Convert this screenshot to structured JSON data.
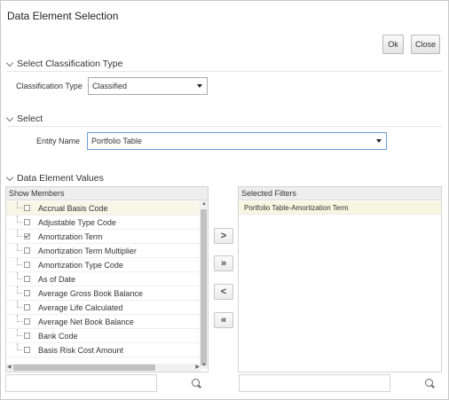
{
  "dialog": {
    "title": "Data Element Selection"
  },
  "buttons": {
    "ok": "Ok",
    "close": "Close"
  },
  "classification": {
    "header": "Select Classification Type",
    "label": "Classification Type",
    "value": "Classified"
  },
  "select": {
    "header": "Select",
    "label": "Entity Name",
    "value": "Portfolio Table"
  },
  "values": {
    "header": "Data Element Values",
    "show_members_header": "Show Members",
    "selected_filters_header": "Selected Filters",
    "members": [
      {
        "label": "Accrual Basis Code",
        "checked": false
      },
      {
        "label": "Adjustable Type Code",
        "checked": false
      },
      {
        "label": "Amortization Term",
        "checked": true
      },
      {
        "label": "Amortization Term Multiplier",
        "checked": false
      },
      {
        "label": "Amortization Type Code",
        "checked": false
      },
      {
        "label": "As of Date",
        "checked": false
      },
      {
        "label": "Average Gross Book Balance",
        "checked": false
      },
      {
        "label": "Average Life Calculated",
        "checked": false
      },
      {
        "label": "Average Net Book Balance",
        "checked": false
      },
      {
        "label": "Bank Code",
        "checked": false
      },
      {
        "label": "Basis Risk Cost Amount",
        "checked": false
      }
    ],
    "selected_filters": [
      "Portfolio Table-Amortization Term"
    ],
    "move_buttons": {
      "select": ">",
      "select_all": "»",
      "deselect": "<",
      "deselect_all": "«"
    }
  },
  "icons": {
    "search": "search-icon",
    "collapse": "chevron-down-icon",
    "checkbox": "checkbox-icon"
  }
}
